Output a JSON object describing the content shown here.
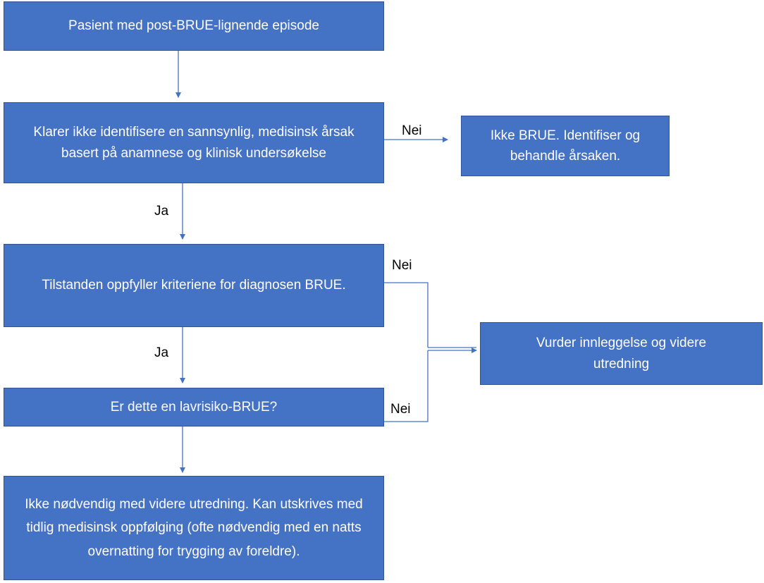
{
  "boxes": {
    "start": "Pasient med post-BRUE-lignende episode",
    "identify": "Klarer ikke identifisere en sannsynlig, medisinsk årsak basert på anamnese og klinisk undersøkelse",
    "not_brue": "Ikke BRUE. Identifiser og behandle årsaken.",
    "criteria": "Tilstanden oppfyller kriteriene for diagnosen BRUE.",
    "admission": "Vurder innleggelse og videre utredning",
    "lowrisk": "Er dette en lavrisiko-BRUE?",
    "discharge": "Ikke nødvendig med videre utredning. Kan utskrives med tidlig medisinsk oppfølging (ofte nødvendig med en natts overnatting for trygging av foreldre)."
  },
  "labels": {
    "yes_1": "Ja",
    "yes_2": "Ja",
    "no_1": "Nei",
    "no_2": "Nei",
    "no_3": "Nei"
  },
  "colors": {
    "box_fill": "#4472c4",
    "box_border": "#2f5597",
    "connector": "#4472c4",
    "box_text": "#ffffff",
    "label_text": "#000000"
  }
}
